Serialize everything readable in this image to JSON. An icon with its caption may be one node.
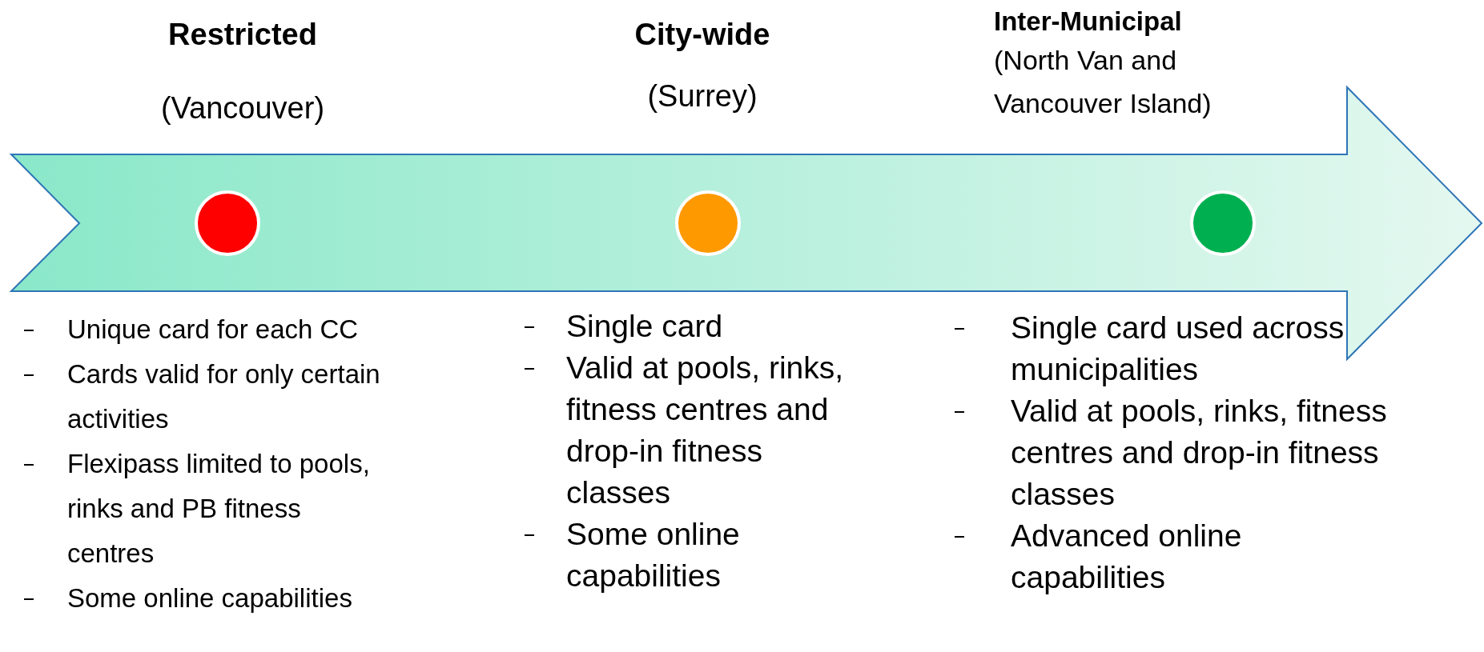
{
  "diagram": {
    "nodes": [
      {
        "text": [],
        "shape": "arrow"
      },
      {
        "text": [],
        "shape": "circle",
        "in": 0,
        "beside": [
          "Restricted",
          "(Vancouver)",
          "Unique card for each CC",
          "Cards valid for only certain activities",
          "Flexipass limited to pools, rinks and PB fitness centres",
          "Some online capabilities"
        ]
      },
      {
        "text": [],
        "shape": "circle",
        "in": 0,
        "beside": [
          "City-wide",
          "(Surrey)",
          "Single card",
          "Valid at pools, rinks, fitness centres and drop-in fitness classes",
          "Some online capabilities"
        ]
      },
      {
        "text": [],
        "shape": "circle",
        "in": 0,
        "beside": [
          "Inter-Municipal",
          "(North Van and Vancouver Island)",
          "Single card used across municipalities",
          "Valid at pools, rinks, fitness centres and drop-in fitness classes",
          "Advanced online capabilities"
        ]
      }
    ],
    "edges": []
  }
}
